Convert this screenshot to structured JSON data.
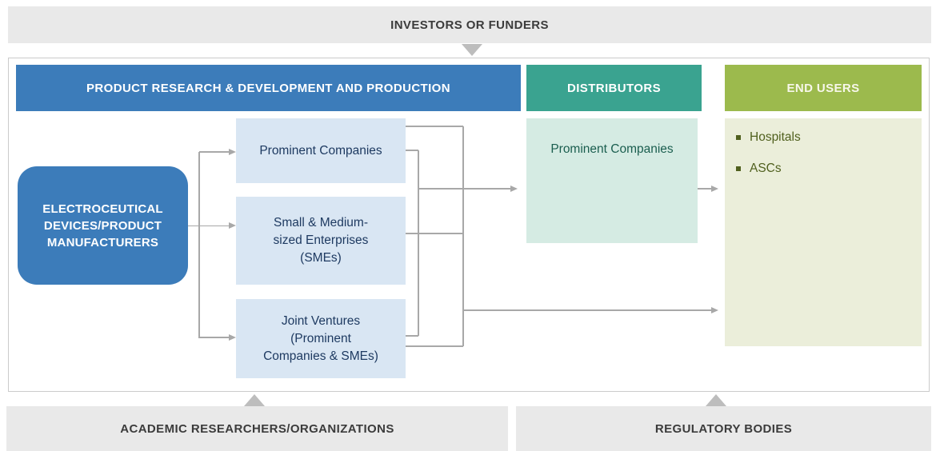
{
  "colors": {
    "blue": "#3c7cba",
    "blue_light": "#d9e6f3",
    "blue_text_dark": "#1e3a61",
    "teal": "#3aa390",
    "teal_light": "#d5ebe3",
    "teal_text_dark": "#1b5e4f",
    "olive": "#9cba4d",
    "olive_light": "#ebeeda",
    "olive_text_dark": "#50601e",
    "bar_gray": "#e9e9e9",
    "bar_text": "#3b3b3b",
    "connector_gray": "#a8a8a8",
    "triangle_gray": "#bdbdbd",
    "frame_border": "#cbcbcb"
  },
  "icons": {
    "down_arrow": "triangle-down",
    "up_arrow": "triangle-up",
    "arrowhead": "triangle-right",
    "bullet": "small-square"
  },
  "top_bar": {
    "label": "INVESTORS OR FUNDERS"
  },
  "ecosystem": {
    "columns": [
      {
        "header": "PRODUCT RESEARCH & DEVELOPMENT AND PRODUCTION"
      },
      {
        "header": "DISTRIBUTORS"
      },
      {
        "header": "END USERS"
      }
    ],
    "manufacturer_box": {
      "lines": [
        "ELECTROCEUTICAL",
        "DEVICES/PRODUCT",
        "MANUFACTURERS"
      ]
    },
    "rd_boxes": [
      {
        "lines": [
          "Prominent Companies"
        ]
      },
      {
        "lines": [
          "Small & Medium-",
          "sized Enterprises",
          "(SMEs)"
        ]
      },
      {
        "lines": [
          "Joint Ventures",
          "(Prominent",
          "Companies & SMEs)"
        ]
      }
    ],
    "distributor_box": {
      "label": "Prominent Companies"
    },
    "end_users_box": {
      "items": [
        "Hospitals",
        "ASCs"
      ]
    }
  },
  "bottom_bars": [
    {
      "label": "ACADEMIC RESEARCHERS/ORGANIZATIONS"
    },
    {
      "label": "REGULATORY BODIES"
    }
  ]
}
